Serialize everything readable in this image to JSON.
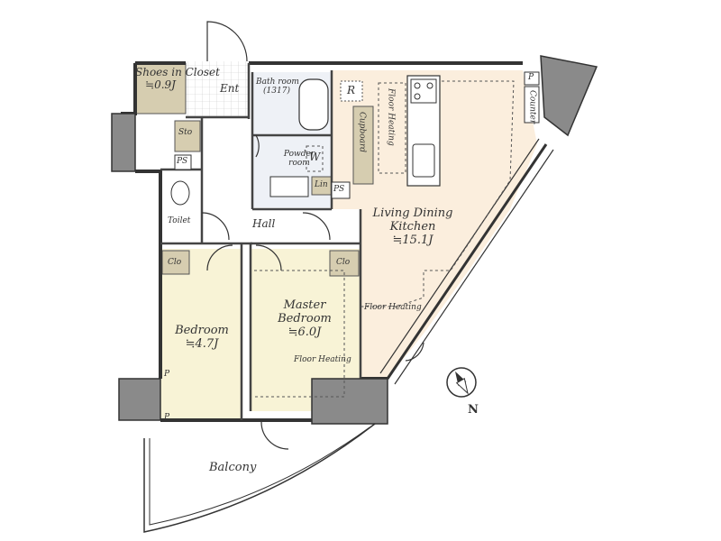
{
  "rooms": {
    "shoes_closet": {
      "name": "Shoes in Closet",
      "area": "≒0.9J"
    },
    "entrance": {
      "name": "Ent"
    },
    "bathroom": {
      "name": "Bath room",
      "code": "(1317)"
    },
    "refrigerator": {
      "name": "R"
    },
    "storage": {
      "name": "Sto"
    },
    "ps_left": {
      "name": "PS"
    },
    "ps_center": {
      "name": "PS"
    },
    "powder_room": {
      "name": "Powder room"
    },
    "washer": {
      "name": "W"
    },
    "linen": {
      "name": "Lin"
    },
    "cupboard": {
      "name": "Cupboard"
    },
    "toilet": {
      "name": "Toilet"
    },
    "hall": {
      "name": "Hall"
    },
    "ldk": {
      "name": "Living Dining Kitchen",
      "area": "≒15.1J"
    },
    "clo_bedroom": {
      "name": "Clo"
    },
    "clo_master": {
      "name": "Clo"
    },
    "bedroom": {
      "name": "Bedroom",
      "area": "≒4.7J"
    },
    "master_bedroom": {
      "name": "Master Bedroom",
      "area": "≒6.0J"
    },
    "balcony": {
      "name": "Balcony"
    },
    "counter": {
      "name": "Counter"
    },
    "p_top": {
      "name": "P"
    },
    "p_left1": {
      "name": "P"
    },
    "p_left2": {
      "name": "P"
    }
  },
  "notes": {
    "floor_heating_kitchen": "Floor Heating",
    "floor_heating_ldk": "Floor Heating",
    "floor_heating_master": "Floor Heating"
  },
  "compass": {
    "label": "N"
  },
  "colors": {
    "wall": "#8a8a8a",
    "ldk_floor": "#fbeedd",
    "bedroom_floor": "#f8f3d6",
    "closet_fill": "#d6cdb0",
    "wet_area": "#eef1f6",
    "balcony": "#ffffff"
  }
}
